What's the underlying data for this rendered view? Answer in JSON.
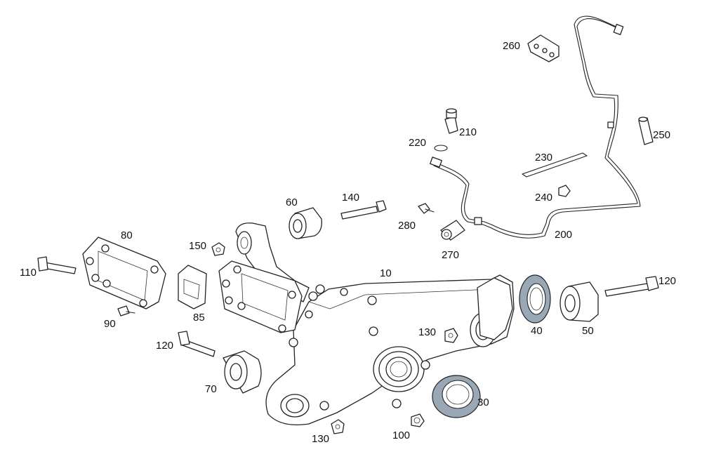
{
  "diagram": {
    "parts": [
      {
        "id": "p10",
        "label": "10"
      },
      {
        "id": "p30",
        "label": "30"
      },
      {
        "id": "p40",
        "label": "40"
      },
      {
        "id": "p50",
        "label": "50"
      },
      {
        "id": "p60",
        "label": "60"
      },
      {
        "id": "p70",
        "label": "70"
      },
      {
        "id": "p80",
        "label": "80"
      },
      {
        "id": "p85",
        "label": "85"
      },
      {
        "id": "p90",
        "label": "90"
      },
      {
        "id": "p100",
        "label": "100"
      },
      {
        "id": "p110",
        "label": "110"
      },
      {
        "id": "p120a",
        "label": "120"
      },
      {
        "id": "p120b",
        "label": "120"
      },
      {
        "id": "p130a",
        "label": "130"
      },
      {
        "id": "p130b",
        "label": "130"
      },
      {
        "id": "p140",
        "label": "140"
      },
      {
        "id": "p150",
        "label": "150"
      },
      {
        "id": "p200",
        "label": "200"
      },
      {
        "id": "p210",
        "label": "210"
      },
      {
        "id": "p220",
        "label": "220"
      },
      {
        "id": "p230",
        "label": "230"
      },
      {
        "id": "p240",
        "label": "240"
      },
      {
        "id": "p250",
        "label": "250"
      },
      {
        "id": "p260",
        "label": "260"
      },
      {
        "id": "p270",
        "label": "270"
      },
      {
        "id": "p280",
        "label": "280"
      }
    ],
    "colors": {
      "line": "#222222",
      "seal_fill": "#9aa7b4",
      "background": "#ffffff"
    }
  }
}
